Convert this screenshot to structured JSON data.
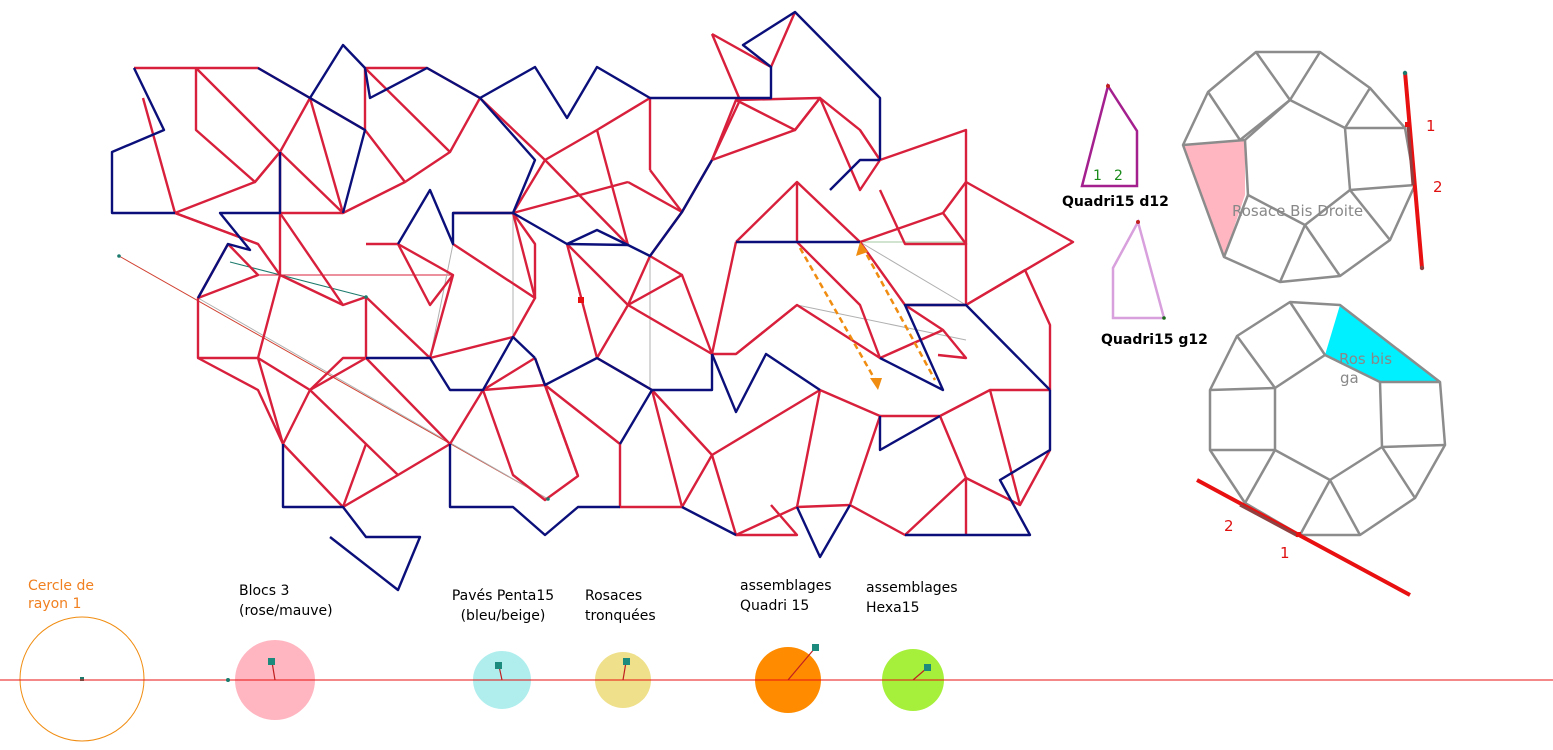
{
  "colors": {
    "red": "#d8203c",
    "blue": "#0b0f7a",
    "magenta": "#a4208e",
    "lilac": "#d8a0dc",
    "gray": "#8c8c8c",
    "pink_fill": "#ffb6c1",
    "cyan_fill": "#00f0ff",
    "axis_red": "#e81010",
    "orange": "#f08c10"
  },
  "labels": {
    "quadri_d12": "Quadri15 d12",
    "quadri_g12": "Quadri15 g12",
    "quadri_num1": "1",
    "quadri_num2": "2",
    "rosace_droite": "Rosace Bis Droite",
    "ros_bis": "Ros bis",
    "ros_ga": "ga",
    "right_1": "1",
    "right_2": "2",
    "bottom_1": "1",
    "bottom_2": "2"
  },
  "sliders": [
    {
      "id": "cercle",
      "label_line1": "Cercle de",
      "label_line2": "rayon 1",
      "color": "#ffffff"
    },
    {
      "id": "blocs",
      "label_line1": "Blocs 3",
      "label_line2": "(rose/mauve)",
      "color": "#ffb6c1"
    },
    {
      "id": "paves",
      "label_line1": "Pavés Penta15",
      "label_line2": "(bleu/beige)",
      "color": "#b0eeee"
    },
    {
      "id": "rosaces",
      "label_line1": "Rosaces",
      "label_line2": "tronquées",
      "color": "#efe08c"
    },
    {
      "id": "quadri",
      "label_line1": "assemblages",
      "label_line2": "Quadri 15",
      "color": "#ff8c00"
    },
    {
      "id": "hexa",
      "label_line1": "assemblages",
      "label_line2": "Hexa15",
      "color": "#a6f03c"
    }
  ]
}
